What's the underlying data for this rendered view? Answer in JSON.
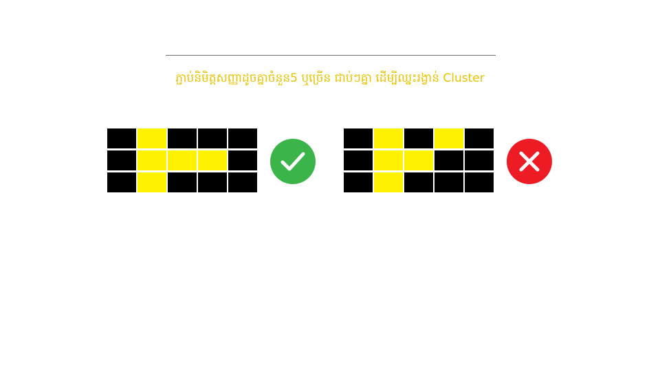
{
  "title": "ភ្ជាប់និមិត្តសញ្ញាដូចគ្នាចំនួន5 ឬច្រើន ជាប់ៗគ្នា ដើម្បីឈ្នះរង្វាន់ Cluster",
  "colors": {
    "title": "#e6c300",
    "filled": "#fff200",
    "empty": "#000000",
    "valid": "#3bb54a",
    "invalid": "#ed1c24",
    "divider": "#6e6e6e"
  },
  "examples": [
    {
      "result": "valid",
      "icon": "checkmark-icon",
      "grid": [
        [
          0,
          1,
          0,
          0,
          0
        ],
        [
          0,
          1,
          1,
          1,
          0
        ],
        [
          0,
          1,
          0,
          0,
          0
        ]
      ]
    },
    {
      "result": "invalid",
      "icon": "cross-icon",
      "grid": [
        [
          0,
          1,
          0,
          1,
          0
        ],
        [
          0,
          1,
          1,
          0,
          0
        ],
        [
          0,
          1,
          0,
          0,
          0
        ]
      ]
    }
  ]
}
